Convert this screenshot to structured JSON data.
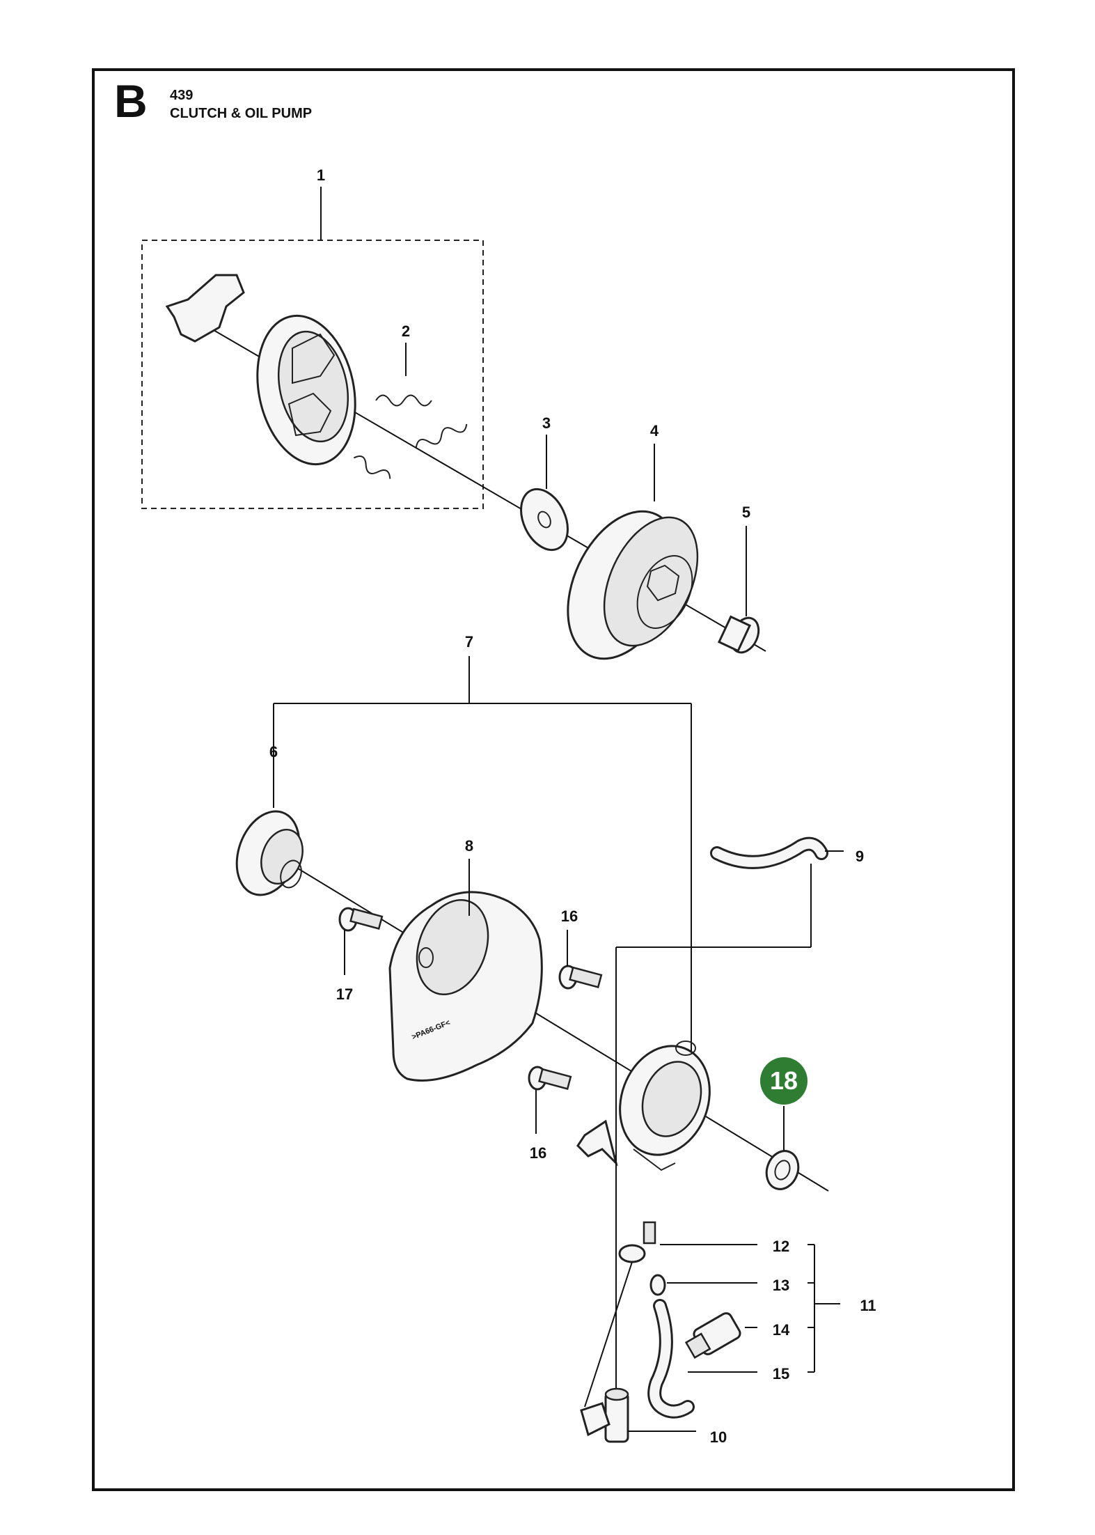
{
  "header": {
    "section_letter": "B",
    "model": "439",
    "title": "CLUTCH & OIL PUMP"
  },
  "callouts": [
    {
      "id": "1",
      "label": "1"
    },
    {
      "id": "2",
      "label": "2"
    },
    {
      "id": "3",
      "label": "3"
    },
    {
      "id": "4",
      "label": "4"
    },
    {
      "id": "5",
      "label": "5"
    },
    {
      "id": "6",
      "label": "6"
    },
    {
      "id": "7",
      "label": "7"
    },
    {
      "id": "8",
      "label": "8"
    },
    {
      "id": "9",
      "label": "9"
    },
    {
      "id": "10",
      "label": "10"
    },
    {
      "id": "11",
      "label": "11"
    },
    {
      "id": "12",
      "label": "12"
    },
    {
      "id": "13",
      "label": "13"
    },
    {
      "id": "14",
      "label": "14"
    },
    {
      "id": "15",
      "label": "15"
    },
    {
      "id": "16a",
      "label": "16"
    },
    {
      "id": "16b",
      "label": "16"
    },
    {
      "id": "17",
      "label": "17"
    }
  ],
  "highlight": {
    "label": "18",
    "color": "#2e7d32"
  },
  "cover_marking": ">PA66-GF<",
  "colors": {
    "line": "#111111",
    "highlight": "#2e7d32"
  }
}
